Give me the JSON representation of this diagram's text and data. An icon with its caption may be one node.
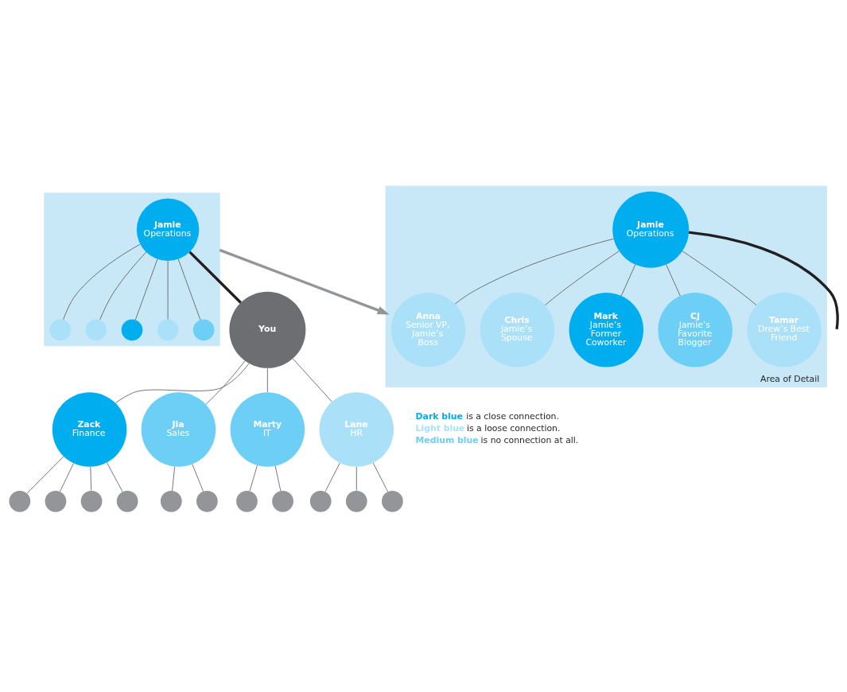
{
  "diagram": {
    "nodes": [
      {
        "text": [],
        "shape": "box"
      },
      {
        "text": [
          "Jamie",
          "Operations"
        ],
        "in": 0
      },
      {
        "text": [],
        "shape": "circle",
        "in": 0
      },
      {
        "text": [],
        "shape": "circle",
        "in": 0
      },
      {
        "text": [],
        "shape": "circle",
        "in": 0
      },
      {
        "text": [],
        "shape": "circle",
        "in": 0
      },
      {
        "text": [],
        "shape": "circle",
        "in": 0
      },
      {
        "text": [
          "You"
        ]
      },
      {
        "text": [
          "Zack",
          "Finance"
        ]
      },
      {
        "text": [],
        "shape": "circle"
      },
      {
        "text": [],
        "shape": "circle"
      },
      {
        "text": [],
        "shape": "circle"
      },
      {
        "text": [],
        "shape": "circle"
      },
      {
        "text": [
          "Jia",
          "Sales"
        ]
      },
      {
        "text": [],
        "shape": "circle"
      },
      {
        "text": [],
        "shape": "circle"
      },
      {
        "text": [
          "Marty",
          "IT"
        ]
      },
      {
        "text": [],
        "shape": "circle"
      },
      {
        "text": [],
        "shape": "circle"
      },
      {
        "text": [
          "Lane",
          "HR"
        ]
      },
      {
        "text": [],
        "shape": "circle"
      },
      {
        "text": [],
        "shape": "circle"
      },
      {
        "text": [],
        "shape": "circle"
      },
      {
        "text": [],
        "shape": "box",
        "beside": [
          "Area of Detail"
        ]
      },
      {
        "text": [
          "Anna",
          "Senior VP, Jamie’s Boss"
        ],
        "in": 23
      },
      {
        "text": [
          "Jamie",
          "Operations"
        ],
        "in": 23
      },
      {
        "text": [
          "Chris",
          "Jamie’s Spouse"
        ],
        "in": 23
      },
      {
        "text": [
          "Mark",
          "Jamie’s Former Coworker"
        ],
        "in": 23
      },
      {
        "text": [
          "CJ",
          "Jamie’s Favorite Blogger"
        ],
        "in": 23
      },
      {
        "text": [
          "Tamar",
          "Drew’s Best Friend"
        ],
        "in": 23
      }
    ],
    "edges": [
      {
        "from": 1,
        "to": 2,
        "arrow": "none"
      },
      {
        "from": 1,
        "to": 3,
        "arrow": "none"
      },
      {
        "from": 1,
        "to": 4,
        "arrow": "none"
      },
      {
        "from": 1,
        "to": 5,
        "arrow": "none"
      },
      {
        "from": 1,
        "to": 6,
        "arrow": "none"
      },
      {
        "from": 1,
        "to": 7,
        "arrow": "none",
        "style": "thick",
        "color": "#231f20"
      },
      {
        "from": 7,
        "to": 8,
        "arrow": "none"
      },
      {
        "from": 7,
        "to": 13,
        "arrow": "none"
      },
      {
        "from": 7,
        "to": 16,
        "arrow": "none"
      },
      {
        "from": 7,
        "to": 19,
        "arrow": "none"
      },
      {
        "from": 8,
        "to": 9,
        "arrow": "none"
      },
      {
        "from": 8,
        "to": 10,
        "arrow": "none"
      },
      {
        "from": 8,
        "to": 11,
        "arrow": "none"
      },
      {
        "from": 8,
        "to": 12,
        "arrow": "none"
      },
      {
        "from": 13,
        "to": 14,
        "arrow": "none"
      },
      {
        "from": 13,
        "to": 15,
        "arrow": "none"
      },
      {
        "from": 16,
        "to": 17,
        "arrow": "none"
      },
      {
        "from": 16,
        "to": 18,
        "arrow": "none"
      },
      {
        "from": 19,
        "to": 20,
        "arrow": "none"
      },
      {
        "from": 19,
        "to": 21,
        "arrow": "none"
      },
      {
        "from": 19,
        "to": 22,
        "arrow": "none"
      },
      {
        "from": 0,
        "to": 23,
        "arrow": "to",
        "style": "thick",
        "color": "#939598"
      },
      {
        "from": 25,
        "to": 24,
        "arrow": "none"
      },
      {
        "from": 25,
        "to": 26,
        "arrow": "none"
      },
      {
        "from": 25,
        "to": 27,
        "arrow": "none"
      },
      {
        "from": 25,
        "to": 28,
        "arrow": "none"
      },
      {
        "from": 25,
        "to": 29,
        "arrow": "none"
      },
      {
        "from": 25,
        "to": null,
        "arrow": "none",
        "style": "thick",
        "color": "#231f20"
      }
    ],
    "legend": [
      {
        "text": "**Dark blue** is a close connection.",
        "color": "#00aeef"
      },
      {
        "text": "**Light blue** is a loose connection.",
        "color": "#abe0f9"
      },
      {
        "text": "**Medium blue** is no connection at all.",
        "color": "#6dcff6"
      }
    ]
  }
}
